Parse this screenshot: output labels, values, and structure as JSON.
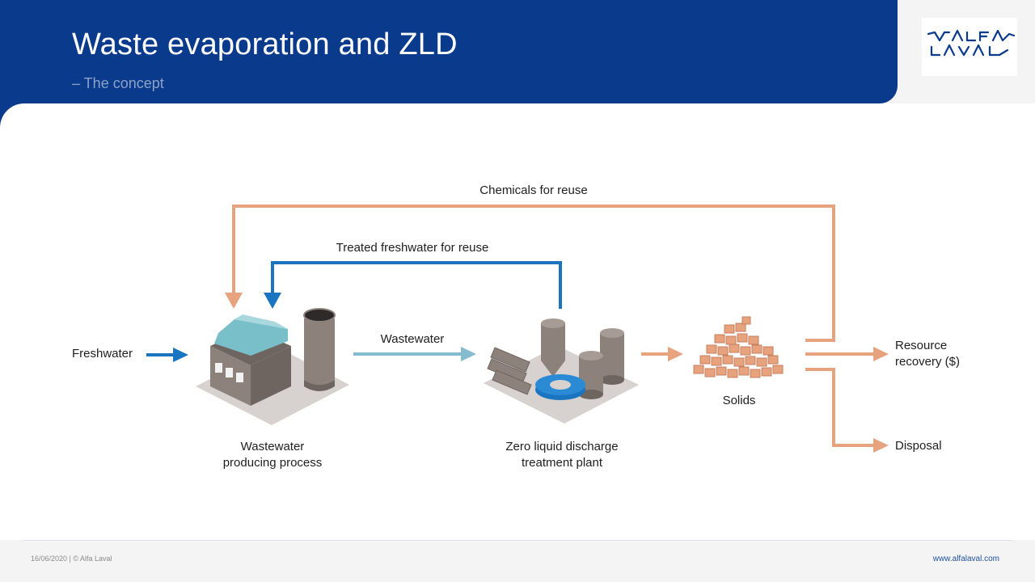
{
  "header": {
    "title": "Waste evaporation and ZLD",
    "subtitle": "– The concept",
    "logo": {
      "line1": "ALFA",
      "line2": "LAVAL"
    }
  },
  "diagram": {
    "chemicals_label": "Chemicals for reuse",
    "treated_label": "Treated freshwater for reuse",
    "freshwater_label": "Freshwater",
    "wastewater_label": "Wastewater",
    "process_label_1": "Wastewater",
    "process_label_2": "producing process",
    "zld_label_1": "Zero liquid discharge",
    "zld_label_2": "treatment plant",
    "solids_label": "Solids",
    "resource_label_1": "Resource",
    "resource_label_2": "recovery ($)",
    "disposal_label": "Disposal"
  },
  "footer": {
    "left": "16/06/2020 | © Alfa Laval",
    "right": "www.alfalaval.com"
  },
  "colors": {
    "banner": "#0a3a8c",
    "blue_flow": "#1a74bf",
    "light_blue_flow": "#86bccf",
    "orange_flow": "#e7a27e"
  }
}
